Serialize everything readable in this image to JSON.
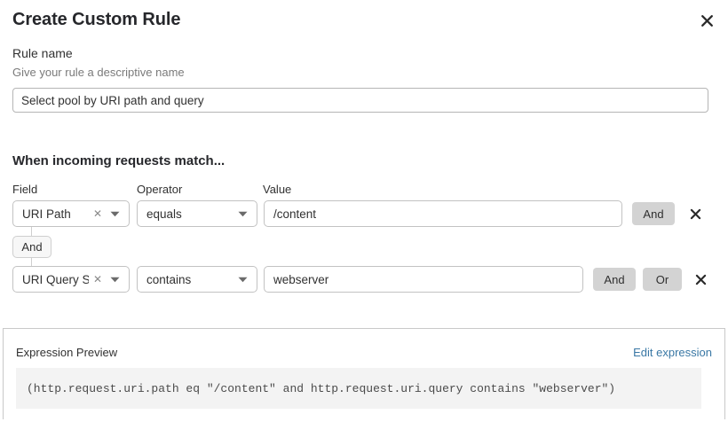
{
  "dialog": {
    "title": "Create Custom Rule",
    "close_icon": "close-icon"
  },
  "rule_name": {
    "label": "Rule name",
    "help": "Give your rule a descriptive name",
    "value": "Select pool by URI path and query",
    "placeholder": "Select pool by URI path and query"
  },
  "match_section": {
    "heading": "When incoming requests match...",
    "columns": {
      "field": "Field",
      "operator": "Operator",
      "value": "Value"
    },
    "connector": {
      "label": "And"
    },
    "rows": [
      {
        "field": "URI Path",
        "operator": "equals",
        "value": "/content",
        "placeholder": "",
        "buttons": [
          "And"
        ],
        "delete_icon": "close-icon"
      },
      {
        "field": "URI Query St...",
        "operator": "contains",
        "value": "webserver",
        "placeholder": "",
        "buttons": [
          "And",
          "Or"
        ],
        "delete_icon": "close-icon"
      }
    ]
  },
  "expression_preview": {
    "title": "Expression Preview",
    "edit_link": "Edit expression",
    "code": "(http.request.uri.path eq \"/content\" and http.request.uri.query contains \"webserver\")"
  },
  "colors": {
    "link": "#3a78a5",
    "button_bg": "#d3d3d3",
    "code_bg": "#f3f3f3",
    "border": "#c2c2c2"
  }
}
